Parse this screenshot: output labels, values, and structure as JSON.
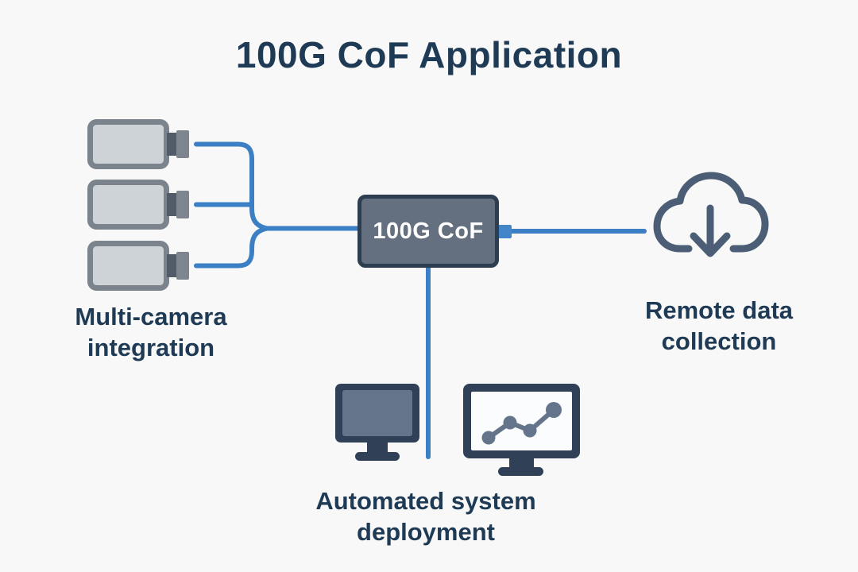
{
  "title": "100G CoF Application",
  "hub": {
    "label": "100G CoF"
  },
  "branches": {
    "cameras": {
      "label": "Multi-camera\nintegration",
      "camera_count": 3
    },
    "cloud": {
      "label": "Remote data\ncollection"
    },
    "deployment": {
      "label": "Automated system\ndeployment"
    }
  },
  "icons": {
    "cameras": "camera-icon",
    "cloud": "cloud-download-icon",
    "deployment_left": "monitor-icon",
    "deployment_right": "chart-monitor-icon"
  },
  "colors": {
    "background": "#f8f8f9",
    "heading_text": "#1e3a55",
    "connector_blue": "#3c7fc4",
    "port_blue": "#4285c8",
    "hub_fill": "#64707f",
    "hub_border": "#2d3e50",
    "hub_text": "#ffffff",
    "icon_navy": "#2f4057",
    "icon_slate": "#64748b",
    "screen_white": "#fbfcfd",
    "camera_body": "#ced3d8",
    "camera_border": "#7b848d",
    "camera_lens_dark": "#515c68",
    "camera_lens_cap": "#7d868f",
    "cloud_stroke": "#4c5e75"
  }
}
